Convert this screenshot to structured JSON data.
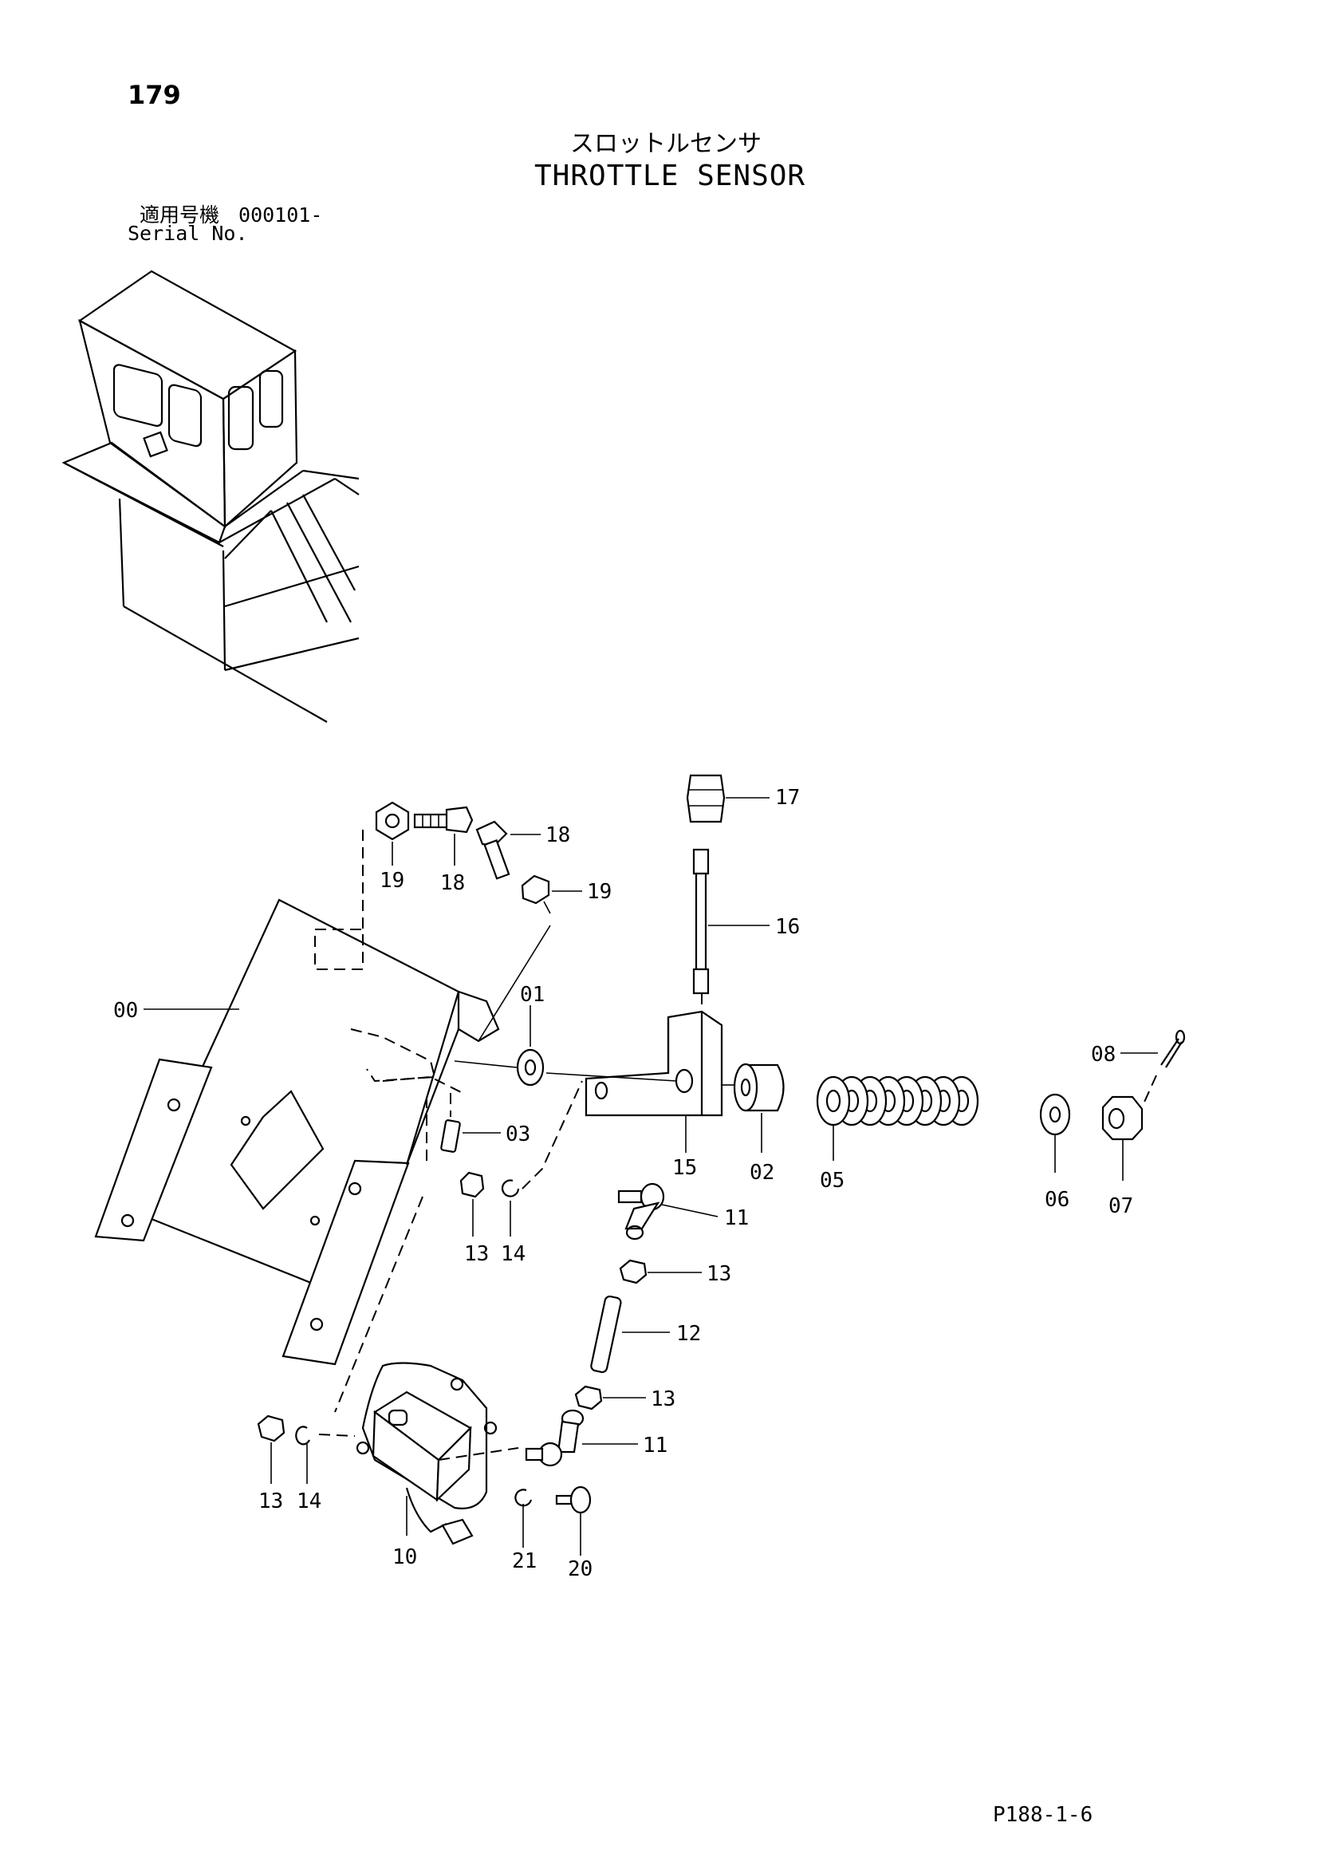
{
  "page_number": "179",
  "title_jp": "スロットルセンサ",
  "title_en": "THROTTLE SENSOR",
  "serial": {
    "label_jp": "適用号機",
    "value": "000101-",
    "label_en": "Serial No."
  },
  "part_labels": {
    "p00": "00",
    "p01": "01",
    "p02": "02",
    "p03": "03",
    "p05": "05",
    "p06": "06",
    "p07": "07",
    "p08": "08",
    "p10": "10",
    "p11a": "11",
    "p11b": "11",
    "p12": "12",
    "p13a": "13",
    "p13b": "13",
    "p13c": "13",
    "p13d": "13",
    "p14a": "14",
    "p14b": "14",
    "p15": "15",
    "p16": "16",
    "p17": "17",
    "p18a": "18",
    "p18b": "18",
    "p19a": "19",
    "p19b": "19",
    "p20": "20",
    "p21": "21"
  },
  "footer_code": "P188-1-6"
}
